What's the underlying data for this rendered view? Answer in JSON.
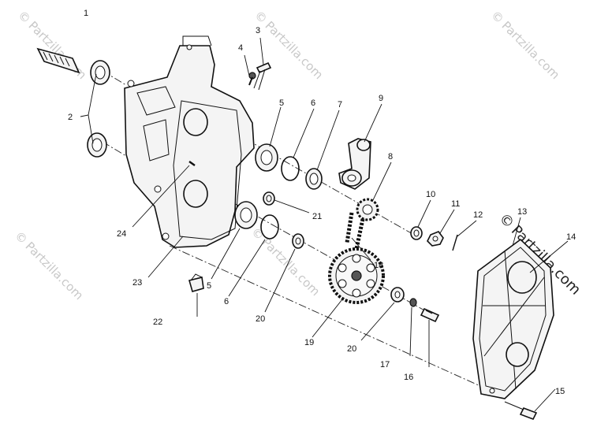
{
  "diagram": {
    "sheet_mark": "1",
    "callouts": [
      {
        "id": "c1",
        "text": "2"
      },
      {
        "id": "c2",
        "text": "3"
      },
      {
        "id": "c3",
        "text": "4"
      },
      {
        "id": "c4",
        "text": "5"
      },
      {
        "id": "c5",
        "text": "6"
      },
      {
        "id": "c6",
        "text": "7"
      },
      {
        "id": "c7",
        "text": "9"
      },
      {
        "id": "c8",
        "text": "8"
      },
      {
        "id": "c9",
        "text": "10"
      },
      {
        "id": "c10",
        "text": "11"
      },
      {
        "id": "c11",
        "text": "12"
      },
      {
        "id": "c12",
        "text": "13"
      },
      {
        "id": "c13",
        "text": "14"
      },
      {
        "id": "c14",
        "text": "21"
      },
      {
        "id": "c15",
        "text": "24"
      },
      {
        "id": "c16",
        "text": "18"
      },
      {
        "id": "c17",
        "text": "23"
      },
      {
        "id": "c18",
        "text": "5"
      },
      {
        "id": "c19",
        "text": "6"
      },
      {
        "id": "c20",
        "text": "22"
      },
      {
        "id": "c21",
        "text": "20"
      },
      {
        "id": "c22",
        "text": "19"
      },
      {
        "id": "c23",
        "text": "20"
      },
      {
        "id": "c24",
        "text": "17"
      },
      {
        "id": "c25",
        "text": "16"
      },
      {
        "id": "c26",
        "text": "15"
      }
    ],
    "watermark_text": "Partzilla.com",
    "watermark_symbol": "©"
  }
}
